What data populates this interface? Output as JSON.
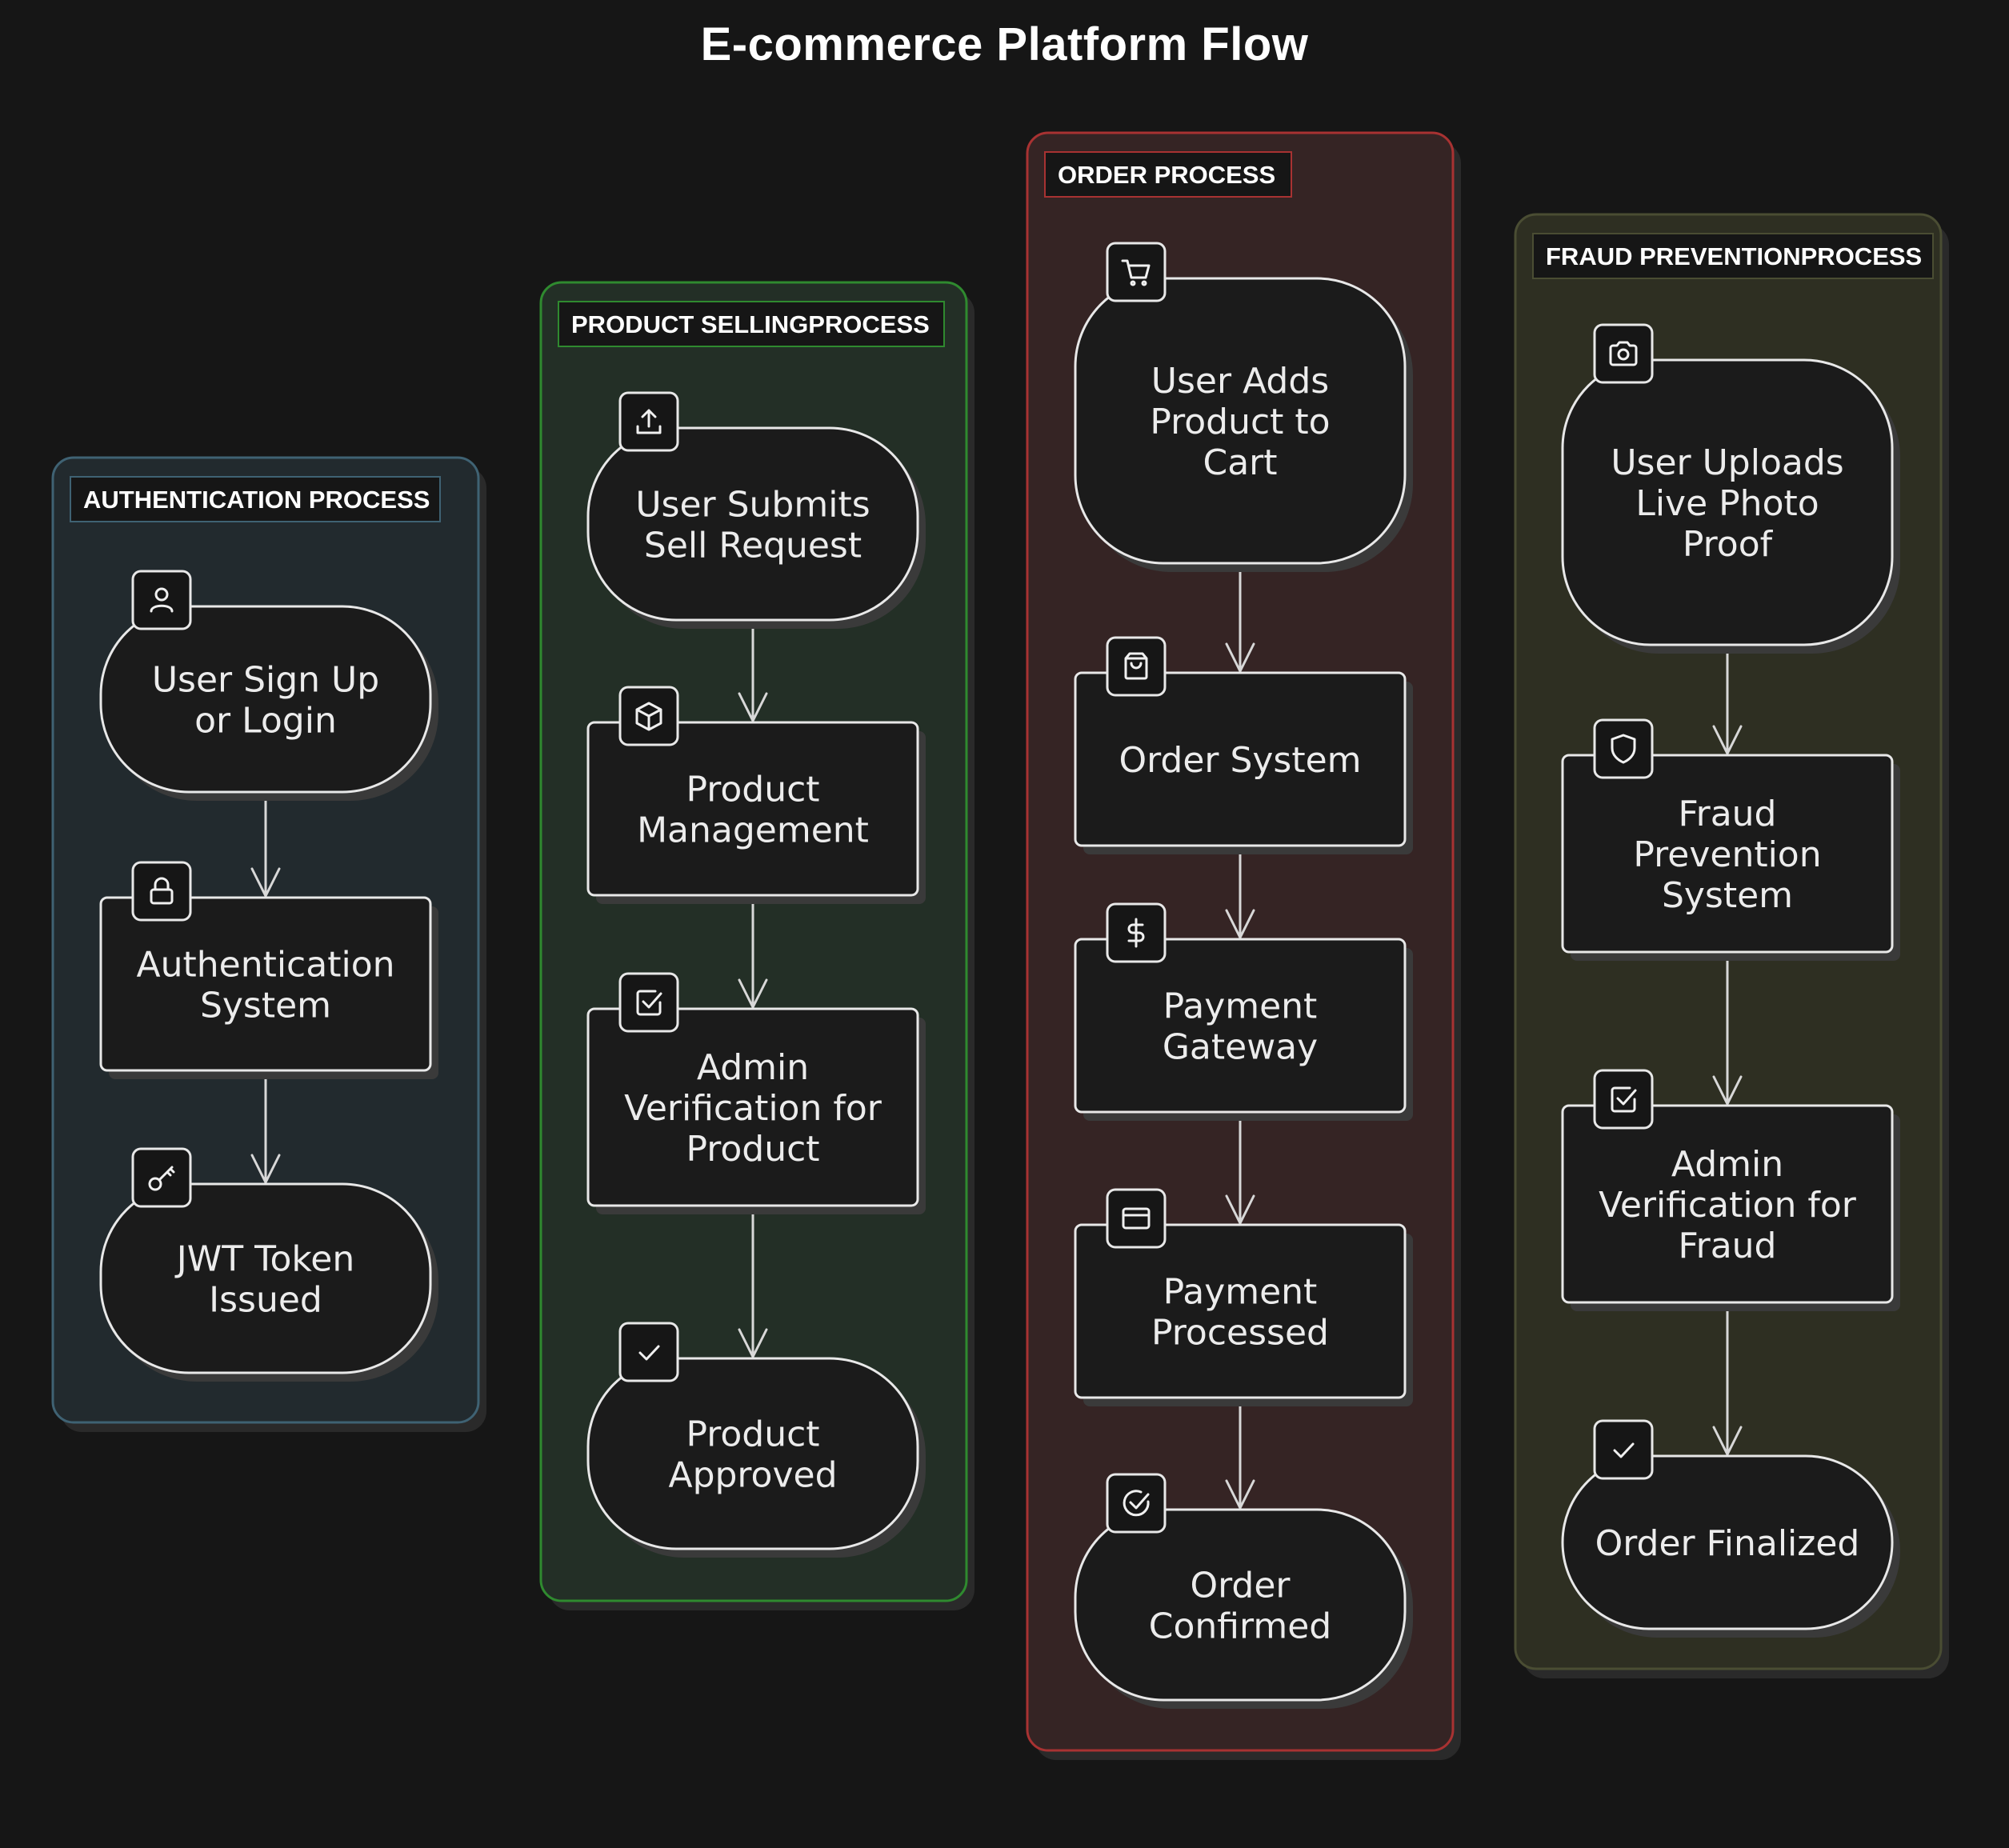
{
  "title": "E-commerce Platform Flow",
  "colors": {
    "background": "#161616",
    "node_fill": "#1b1b1b",
    "node_stroke": "#e8e8e8",
    "arrow": "#d8d8d8"
  },
  "lanes": [
    {
      "label": "AUTHENTICATION PROCESS",
      "fill": "#222a2e",
      "stroke": "#3f6273",
      "nodes": [
        {
          "label": "User Sign Up\nor Login",
          "shape": "rounded",
          "icon": "user-icon"
        },
        {
          "label": "Authentication\nSystem",
          "shape": "rect",
          "icon": "lock-icon"
        },
        {
          "label": "JWT Token\nIssued",
          "shape": "rounded",
          "icon": "key-icon"
        }
      ]
    },
    {
      "label": "PRODUCT SELLINGPROCESS",
      "fill": "#232f26",
      "stroke": "#2f8a2f",
      "nodes": [
        {
          "label": "User Submits\nSell Request",
          "shape": "rounded",
          "icon": "upload-icon"
        },
        {
          "label": "Product\nManagement",
          "shape": "rect",
          "icon": "package-icon"
        },
        {
          "label": "Admin\nVerification for\nProduct",
          "shape": "rect",
          "icon": "check-square-icon"
        },
        {
          "label": "Product\nApproved",
          "shape": "rounded",
          "icon": "check-icon"
        }
      ]
    },
    {
      "label": "ORDER PROCESS",
      "fill": "#352424",
      "stroke": "#a83232",
      "nodes": [
        {
          "label": "User Adds\nProduct to\nCart",
          "shape": "rounded",
          "icon": "cart-icon"
        },
        {
          "label": "Order System",
          "shape": "rect",
          "icon": "shopping-bag-icon"
        },
        {
          "label": "Payment\nGateway",
          "shape": "rect",
          "icon": "dollar-icon"
        },
        {
          "label": "Payment\nProcessed",
          "shape": "rect",
          "icon": "credit-card-icon"
        },
        {
          "label": "Order\nConfirmed",
          "shape": "rounded",
          "icon": "check-circle-icon"
        }
      ]
    },
    {
      "label": "FRAUD PREVENTIONPROCESS",
      "fill": "#2e2f22",
      "stroke": "#4a4d33",
      "nodes": [
        {
          "label": "User Uploads\nLive Photo\nProof",
          "shape": "rounded",
          "icon": "camera-icon"
        },
        {
          "label": "Fraud\nPrevention\nSystem",
          "shape": "rect",
          "icon": "shield-icon"
        },
        {
          "label": "Admin\nVerification for\nFraud",
          "shape": "rect",
          "icon": "check-square-icon"
        },
        {
          "label": "Order Finalized",
          "shape": "rounded",
          "icon": "check-icon"
        }
      ]
    }
  ]
}
